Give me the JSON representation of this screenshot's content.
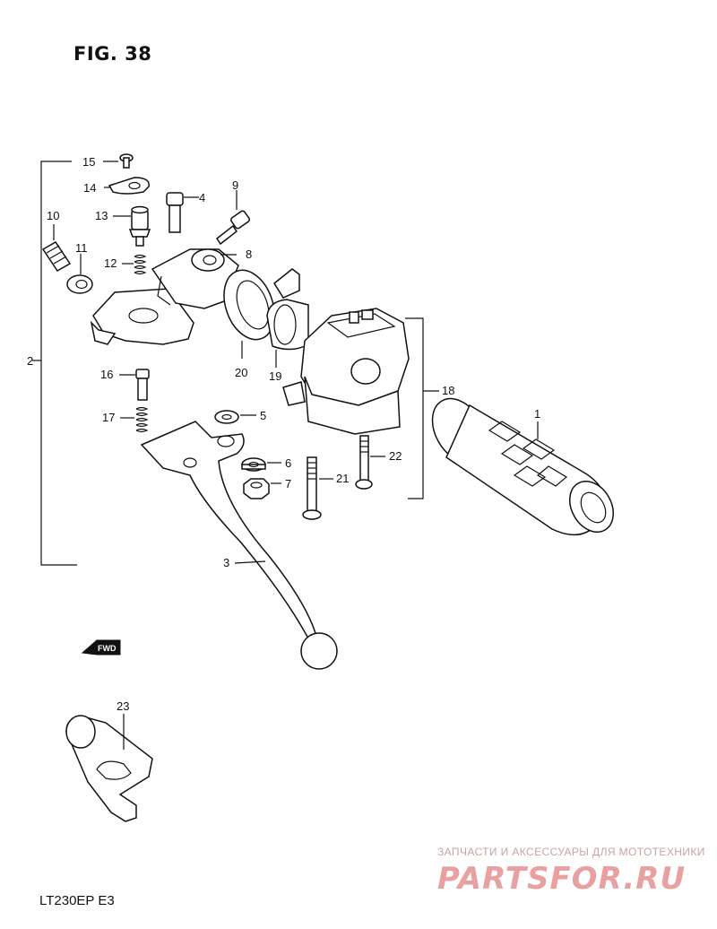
{
  "figure": {
    "title": "FIG. 38",
    "model": "LT230EP  E3"
  },
  "watermark": {
    "subtitle": "ЗАПЧАСТИ И АКСЕССУАРЫ ДЛЯ МОТОТЕХНИКИ",
    "logo_text": "PARTSFOR.RU",
    "color": "#e8a0a0"
  },
  "fwd_badge": "FWD",
  "callouts": {
    "p1": "1",
    "p2": "2",
    "p3": "3",
    "p4": "4",
    "p5": "5",
    "p6": "6",
    "p7": "7",
    "p8": "8",
    "p9": "9",
    "p10": "10",
    "p11": "11",
    "p12": "12",
    "p13": "13",
    "p14": "14",
    "p15": "15",
    "p16": "16",
    "p17": "17",
    "p18": "18",
    "p19": "19",
    "p20": "20",
    "p21": "21",
    "p22": "22",
    "p23": "23"
  }
}
